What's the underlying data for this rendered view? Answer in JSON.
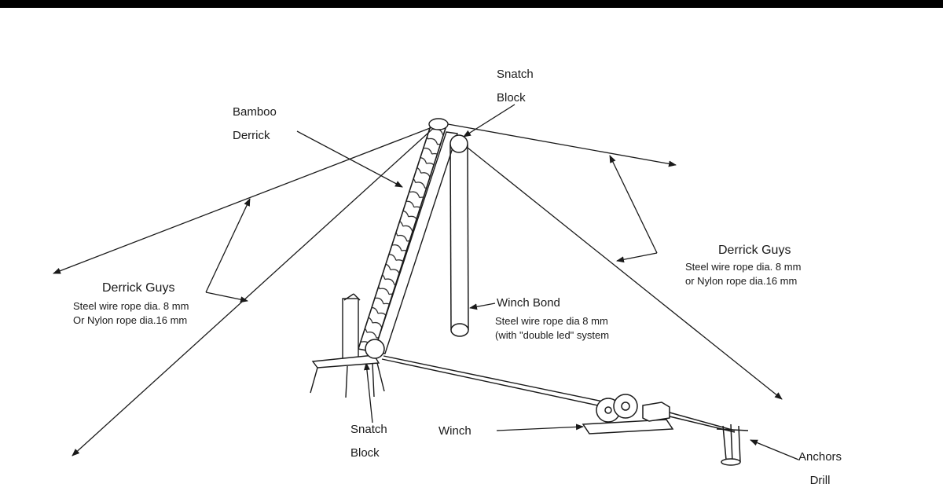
{
  "labels": {
    "snatch_block_top": [
      "Snatch",
      "Block"
    ],
    "bamboo_derrick": [
      "Bamboo",
      "Derrick"
    ],
    "derrick_guys_left": {
      "title": "Derrick Guys",
      "line1": "Steel wire rope dia. 8 mm",
      "line2": "Or Nylon rope dia.16 mm"
    },
    "derrick_guys_right": {
      "title": "Derrick Guys",
      "line1": "Steel wire rope dia. 8 mm",
      "line2": "or Nylon rope dia.16 mm"
    },
    "winch_bond": {
      "title": "Winch Bond",
      "line1": "Steel wire rope dia 8 mm",
      "line2": "(with \"double led\" system"
    },
    "snatch_block_bottom": [
      "Snatch",
      "Block"
    ],
    "winch": "Winch",
    "anchors_drill": [
      "Anchors",
      "Drill"
    ]
  }
}
